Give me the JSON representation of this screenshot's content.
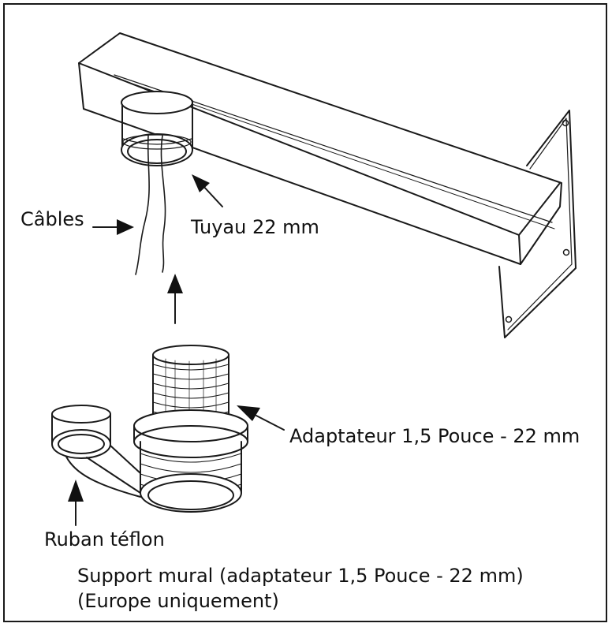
{
  "labels": {
    "cables": "Câbles",
    "pipe": "Tuyau 22 mm",
    "adapter": "Adaptateur 1,5 Pouce - 22 mm",
    "teflon_tape": "Ruban téflon"
  },
  "caption": {
    "line1": "Support mural (adaptateur 1,5 Pouce - 22 mm)",
    "line2": "(Europe uniquement)"
  }
}
